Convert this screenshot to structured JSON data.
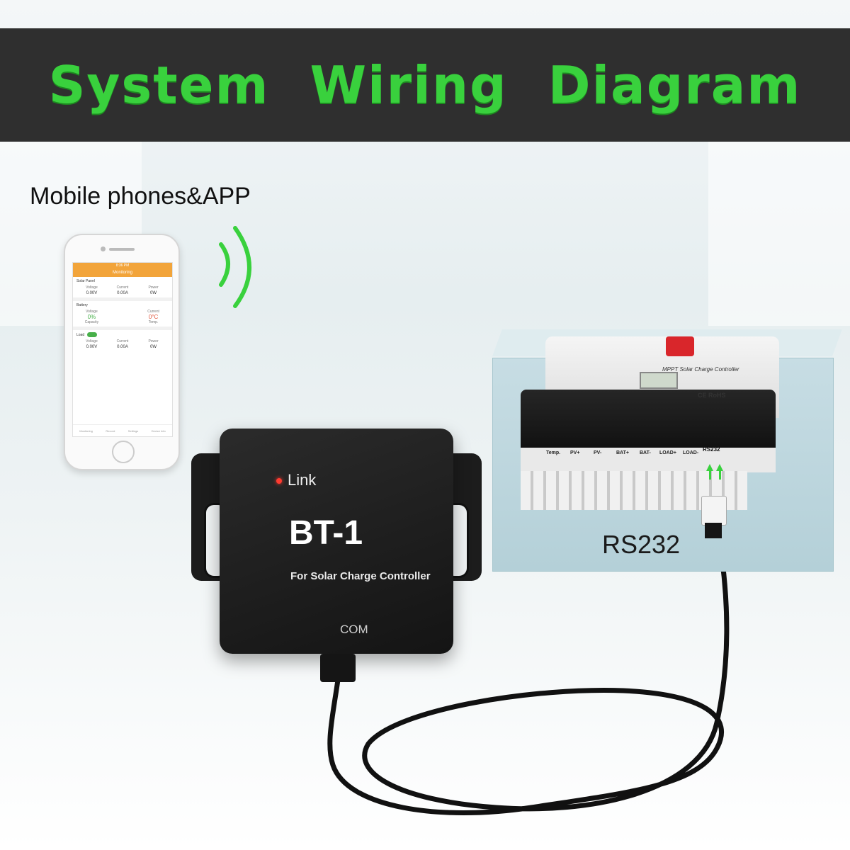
{
  "banner": {
    "title": "System Wiring Diagram"
  },
  "labels": {
    "phone": "Mobile phones&APP",
    "rs232": "RS232"
  },
  "app": {
    "status_time": "8:36 PM",
    "title": "Monitoring",
    "solar_panel": {
      "title": "Solar Panel",
      "voltage_label": "Voltage",
      "voltage": "0.00V",
      "current_label": "Current",
      "current": "0.00A",
      "power_label": "Power",
      "power": "0W"
    },
    "battery": {
      "title": "Battery",
      "voltage_label": "Voltage",
      "current_label": "Current",
      "capacity": "0%",
      "capacity_label": "Capacity",
      "temp": "0°C",
      "temp_label": "Temp."
    },
    "load": {
      "title": "Load",
      "voltage_label": "Voltage",
      "voltage": "0.00V",
      "current_label": "Current",
      "current": "0.00A",
      "power_label": "Power",
      "power": "0W"
    },
    "tabs": [
      "Monitoring",
      "Record",
      "Settings",
      "Device Info"
    ]
  },
  "module": {
    "led_label": "Link",
    "model": "BT-1",
    "subtitle": "For Solar Charge Controller",
    "port": "COM",
    "led_color": "#ff3b30"
  },
  "controller": {
    "brand": "MPPT Solar Charge Controller",
    "cert": "CE RoHS",
    "terminals": [
      "Temp.",
      "PV+",
      "PV-",
      "BAT+",
      "BAT-",
      "LOAD+",
      "LOAD-"
    ],
    "port_label": "RS232"
  },
  "colors": {
    "accent": "#39d13d",
    "banner_bg": "#2f2f2f"
  }
}
